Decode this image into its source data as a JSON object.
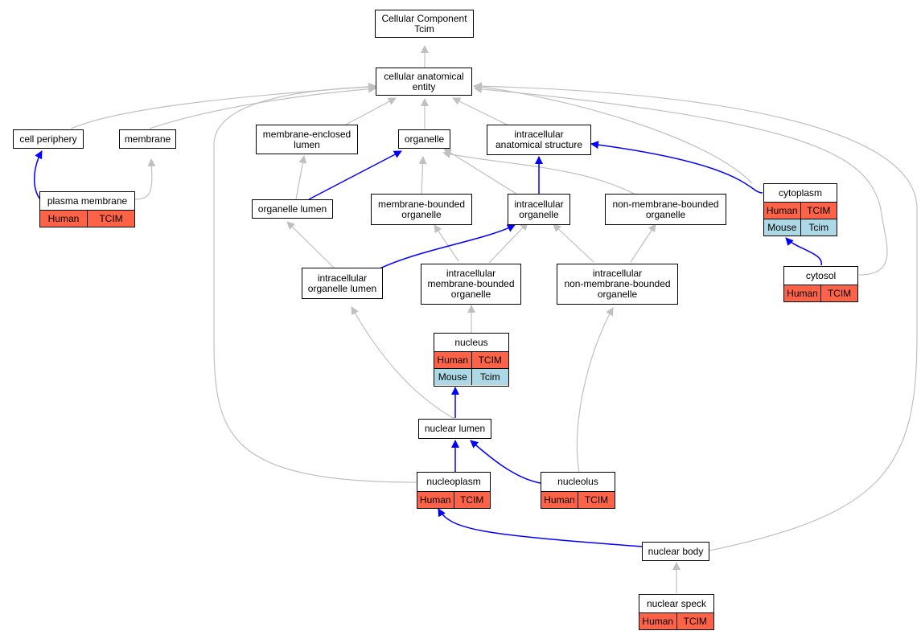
{
  "colors": {
    "edge_default": "#c0c0c0",
    "edge_highlight": "#0000ff",
    "human_cell": "#ff6347",
    "mouse_cell": "#add8e6"
  },
  "nodes": {
    "cellular_component": "Cellular Component\nTcim",
    "cellular_anatomical_entity": "cellular anatomical\nentity",
    "cell_periphery": "cell periphery",
    "membrane": "membrane",
    "membrane_enclosed_lumen": "membrane-enclosed\nlumen",
    "organelle": "organelle",
    "intracellular_anatomical_structure": "intracellular\nanatomical structure",
    "plasma_membrane": "plasma membrane",
    "organelle_lumen": "organelle lumen",
    "membrane_bounded_organelle": "membrane-bounded\norganelle",
    "intracellular_organelle": "intracellular\norganelle",
    "non_membrane_bounded_organelle": "non-membrane-bounded\norganelle",
    "cytoplasm": "cytoplasm",
    "intracellular_organelle_lumen": "intracellular\norganelle lumen",
    "intracellular_membrane_bounded_organelle": "intracellular\nmembrane-bounded\norganelle",
    "intracellular_non_membrane_bounded_organelle": "intracellular\nnon-membrane-bounded\norganelle",
    "cytosol": "cytosol",
    "nucleus": "nucleus",
    "nuclear_lumen": "nuclear lumen",
    "nucleoplasm": "nucleoplasm",
    "nucleolus": "nucleolus",
    "nuclear_body": "nuclear body",
    "nuclear_speck": "nuclear speck"
  },
  "labels": {
    "human": "Human",
    "mouse": "Mouse",
    "tcim_upper": "TCIM",
    "tcim_lower": "Tcim"
  }
}
